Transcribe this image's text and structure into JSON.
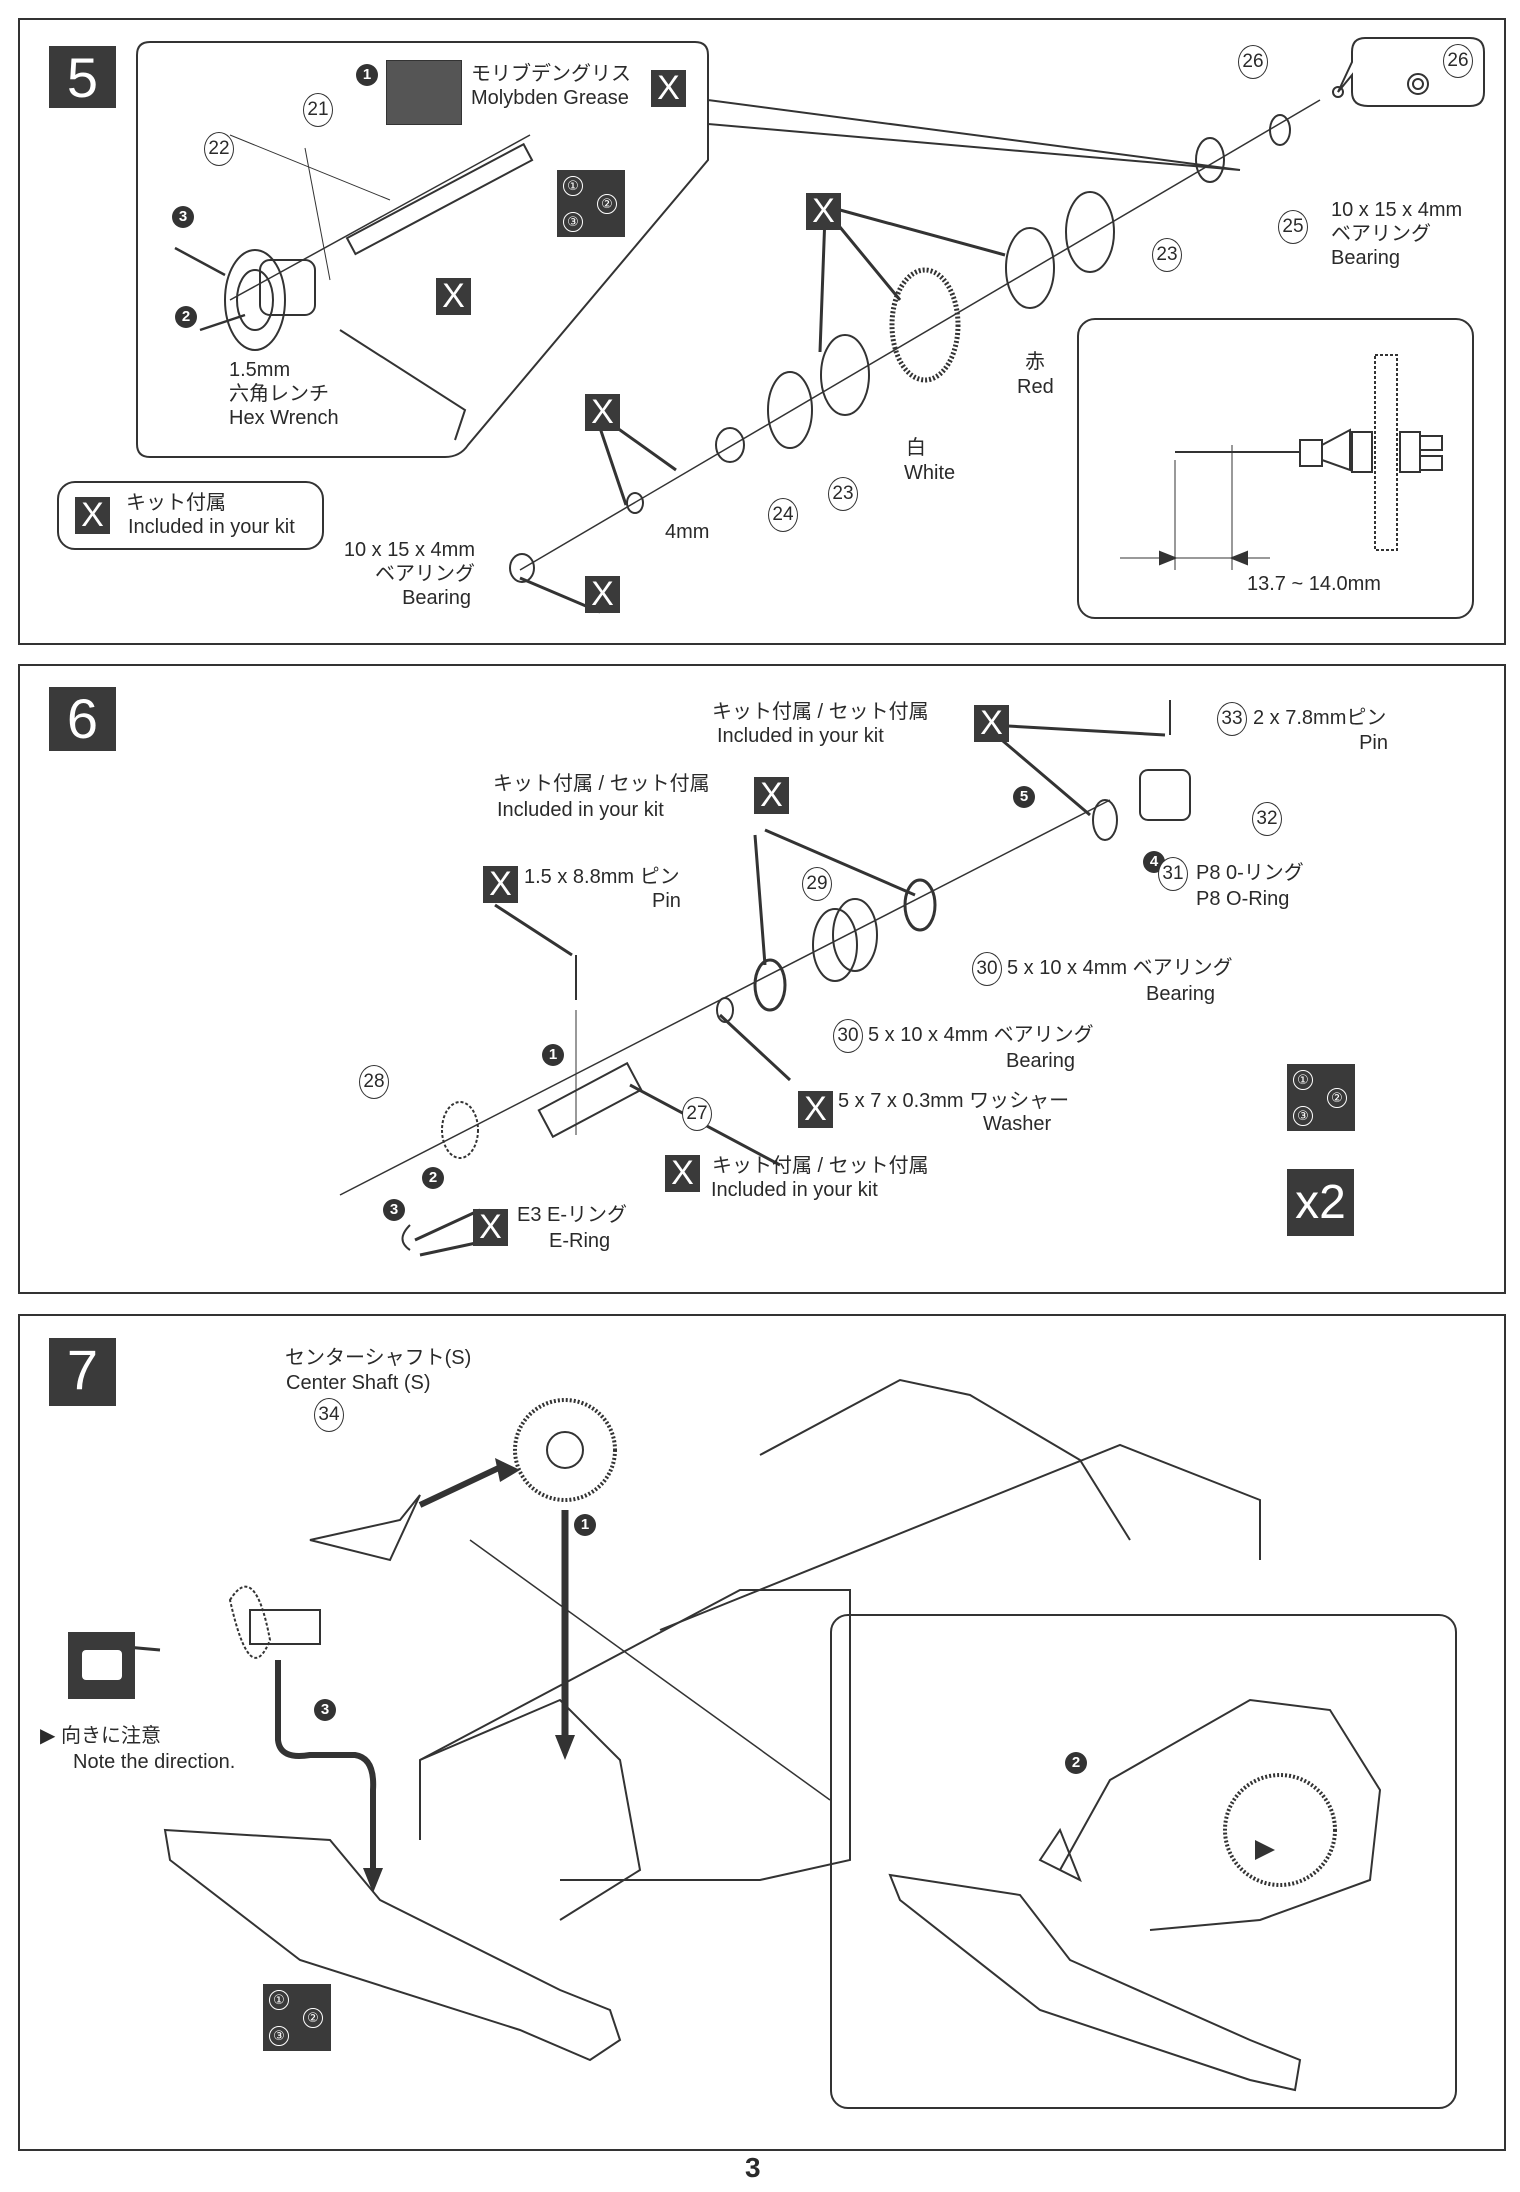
{
  "page_number": "3",
  "legend": {
    "jp": "キット付属",
    "en": "Included in your kit",
    "icon": "X"
  },
  "sequence_icon": [
    "①",
    "②",
    "③"
  ],
  "step5": {
    "number": "5",
    "grease_jp": "モリブデングリス",
    "grease_en": "Molybden Grease",
    "wrench_size": "1.5mm",
    "wrench_jp": "六角レンチ",
    "wrench_en": "Hex Wrench",
    "bearing_left": {
      "size": "10 x 15 x 4mm",
      "jp": "ベアリング",
      "en": "Bearing"
    },
    "bearing_right": {
      "size": "10 x 15 x 4mm",
      "jp": "ベアリング",
      "en": "Bearing"
    },
    "nut_size": "4mm",
    "white_jp": "白",
    "white_en": "White",
    "red_jp": "赤",
    "red_en": "Red",
    "measurement": "13.7 ~ 14.0mm",
    "parts": [
      "21",
      "22",
      "23",
      "24",
      "23",
      "25",
      "26",
      "26"
    ],
    "markers": [
      "1",
      "2",
      "3"
    ],
    "x_label": "X"
  },
  "step6": {
    "number": "6",
    "kit_jp": "キット付属 / セット付属",
    "kit_en": "Included in your kit",
    "pin33": {
      "size": "2 x 7.8mmピン",
      "en": "Pin"
    },
    "pin_small": {
      "size": "1.5 x 8.8mm ピン",
      "en": "Pin"
    },
    "oring": {
      "jp": "P8 0-リング",
      "en": "P8 O-Ring"
    },
    "bearing30a": {
      "size": "5 x 10 x 4mm ベアリング",
      "en": "Bearing"
    },
    "bearing30b": {
      "size": "5 x 10 x 4mm ベアリング",
      "en": "Bearing"
    },
    "washer": {
      "size": "5 x 7 x 0.3mm ワッシャー",
      "en": "Washer"
    },
    "ering": {
      "size": "E3 E-リング",
      "en": "E-Ring"
    },
    "parts": [
      "33",
      "32",
      "31",
      "29",
      "30",
      "30",
      "28",
      "27"
    ],
    "markers": [
      "5",
      "4",
      "1",
      "2",
      "3"
    ],
    "multiplier": "x2",
    "x_label": "X"
  },
  "step7": {
    "number": "7",
    "shaft_jp": "センターシャフト(S)",
    "shaft_en": "Center Shaft (S)",
    "part": "34",
    "note_jp": "向きに注意",
    "note_en": "Note the direction.",
    "note_bullet": "▶",
    "markers": [
      "1",
      "2",
      "3"
    ]
  }
}
